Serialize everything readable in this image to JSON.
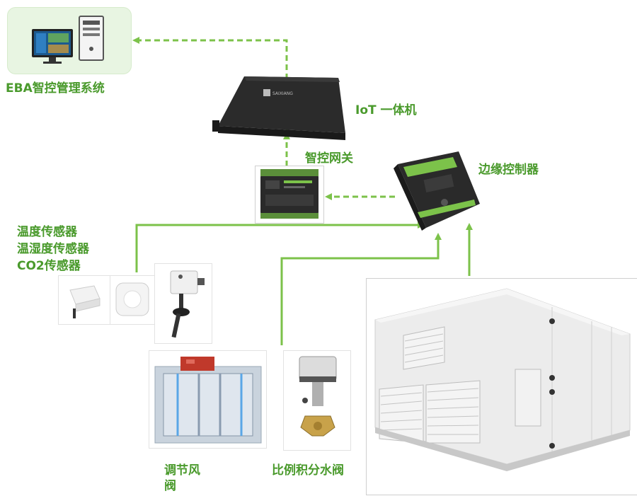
{
  "labels": {
    "eba_system": "EBA智控管理系统",
    "iot_unit": "IoT 一体机",
    "gateway": "智控网关",
    "edge_controller": "边缘控制器",
    "sensor_temp": "温度传感器",
    "sensor_humidity": "温湿度传感器",
    "sensor_co2": "CO2传感器",
    "damper_line1": "调节风",
    "damper_line2": "阀",
    "valve": "比例积分水阀"
  },
  "device_brand": "SAIXIANG",
  "colors": {
    "label_green": "#4a9a2c",
    "connector_green": "#7cc24a",
    "monitor_panel": "#e8f5e2"
  }
}
